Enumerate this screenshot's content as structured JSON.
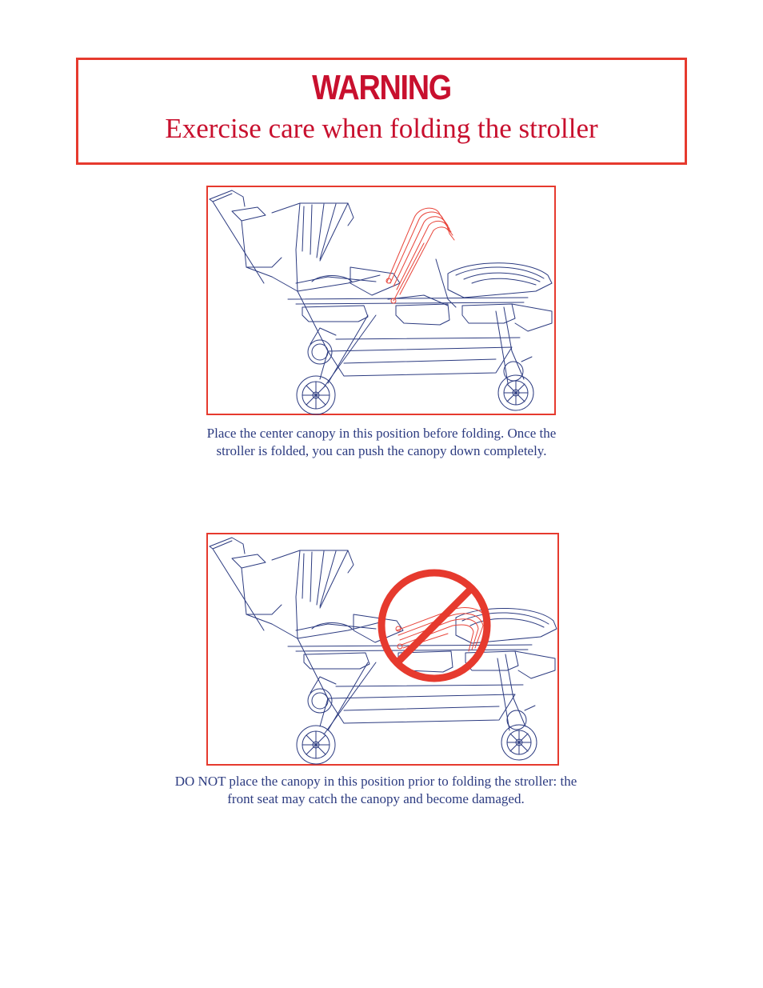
{
  "warning": {
    "title": "WARNING",
    "subtitle": "Exercise care when folding the stroller"
  },
  "figures": [
    {
      "caption_line1": "Place the center canopy in this position before folding. Once the",
      "caption_line2": "stroller is folded, you can push the canopy down completely."
    },
    {
      "caption_line1": "DO NOT place the canopy in this position prior to folding the stroller: the",
      "caption_line2": "front seat may catch the canopy and become damaged."
    }
  ],
  "colors": {
    "warning_red": "#c8102e",
    "frame_red": "#e63a2e",
    "line_blue": "#2c3b80",
    "canopy_red": "#e8443a"
  }
}
